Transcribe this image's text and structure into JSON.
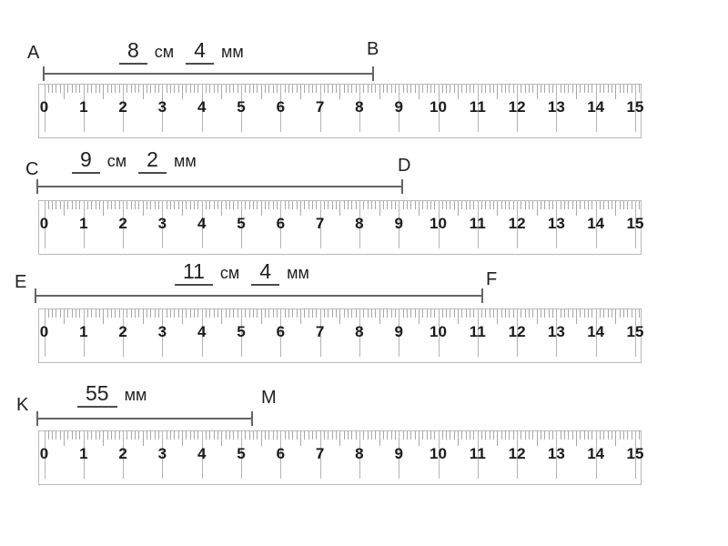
{
  "colors": {
    "background": "#ffffff",
    "segment_line": "#646464",
    "underline": "#4c4c4c",
    "ruler_border": "#b9b9b9",
    "ruler_tick": "#a8a8a8",
    "ruler_cm_line": "#b4b4b4",
    "ruler_number": "#1a1a1a",
    "text": "#1f1f1f"
  },
  "ruler": {
    "unit_numbers": [
      "0",
      "1",
      "2",
      "3",
      "4",
      "5",
      "6",
      "7",
      "8",
      "9",
      "10",
      "11",
      "12",
      "13",
      "14",
      "15"
    ],
    "cm_total": 15
  },
  "groups": [
    {
      "start_label": "A",
      "end_label": "B",
      "value_cm": "8",
      "unit_cm": "см",
      "value_mm": "4",
      "unit_mm": "мм",
      "length_mm": 84
    },
    {
      "start_label": "C",
      "end_label": "D",
      "value_cm": "9",
      "unit_cm": "см",
      "value_mm": "2",
      "unit_mm": "мм",
      "length_mm": 92
    },
    {
      "start_label": "E",
      "end_label": "F",
      "value_cm": "11",
      "unit_cm": "см",
      "value_mm": "4",
      "unit_mm": "мм",
      "length_mm": 114
    },
    {
      "start_label": "K",
      "end_label": "M",
      "value_mm": "55",
      "unit_mm": "мм",
      "length_mm": 55
    }
  ]
}
